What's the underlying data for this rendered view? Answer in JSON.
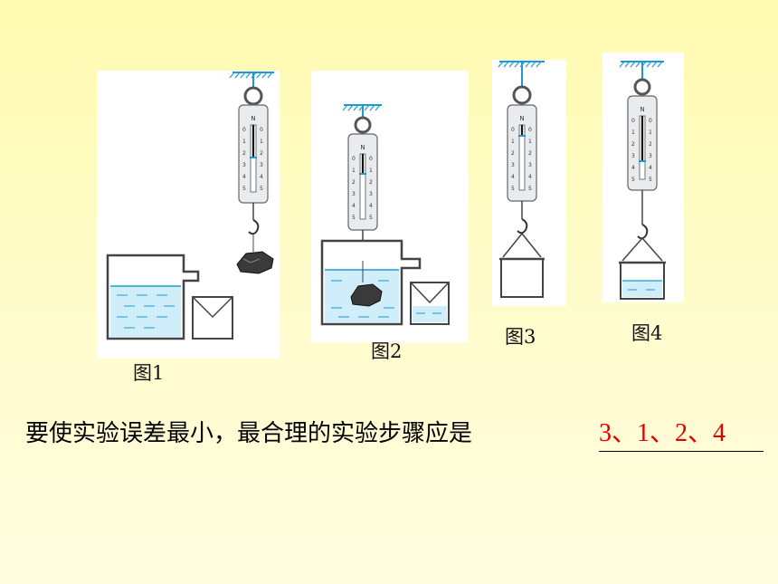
{
  "figures": [
    {
      "id": "fig1",
      "caption": "图1"
    },
    {
      "id": "fig2",
      "caption": "图2"
    },
    {
      "id": "fig3",
      "caption": "图3"
    },
    {
      "id": "fig4",
      "caption": "图4"
    }
  ],
  "scale_unit_label": "N",
  "scale_ticks": [
    "0",
    "1",
    "2",
    "3",
    "4",
    "5"
  ],
  "question_text": "要使实验误差最小，最合理的实验步骤应是",
  "answer_text": "3、1、2、4",
  "colors": {
    "background": "#fffbb0",
    "panel": "#ffffff",
    "water": "#cfeefa",
    "outline": "#3a3a3a",
    "accent": "#1d9bd0",
    "answer": "#e00000"
  }
}
